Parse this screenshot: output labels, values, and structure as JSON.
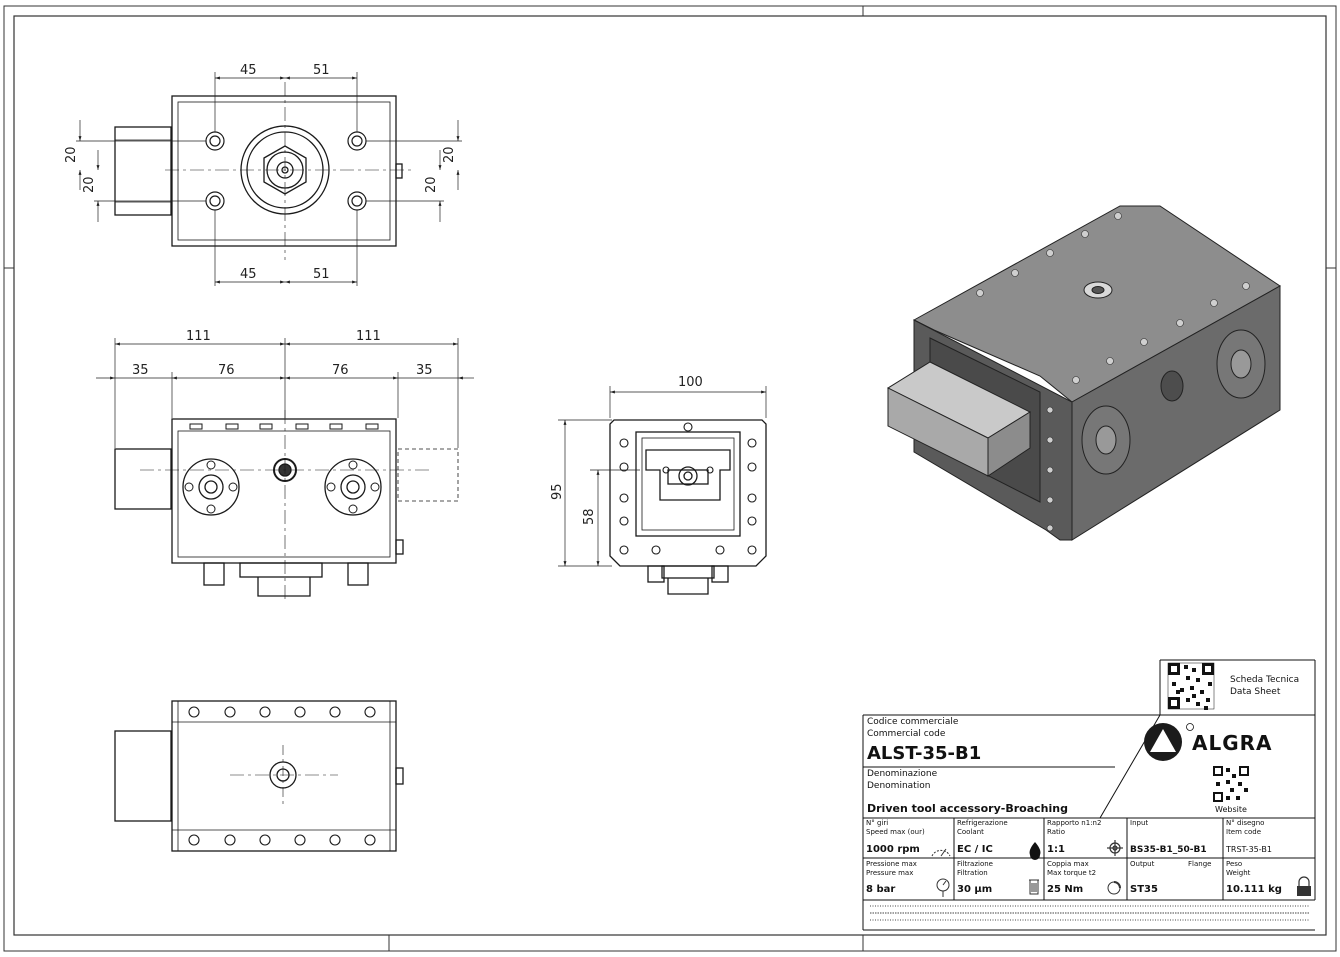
{
  "drawing": {
    "views": {
      "front_dims": {
        "left_top": "45",
        "right_top": "51",
        "left_bottom": "45",
        "right_bottom": "51",
        "left_v1": "20",
        "left_v2": "20",
        "right_v1": "20",
        "right_v2": "20"
      },
      "side_dims": {
        "half_left": "111",
        "half_right": "111",
        "a": "35",
        "b": "76",
        "c": "76",
        "d": "35"
      },
      "end_dims": {
        "width": "100",
        "height": "95",
        "axis": "58"
      }
    }
  },
  "title_block": {
    "datasheet_label_it": "Scheda Tecnica",
    "datasheet_label_en": "Data Sheet",
    "website_label": "Website",
    "brand": "ALGRA",
    "code_label_it": "Codice commerciale",
    "code_label_en": "Commercial code",
    "code_value": "ALST-35-B1",
    "denom_label_it": "Denominazione",
    "denom_label_en": "Denomination",
    "denom_value": "Driven tool accessory-Broaching",
    "cells": [
      {
        "l1": "N° giri",
        "l2": "Speed max (our)",
        "v": "1000 rpm"
      },
      {
        "l1": "Refrigerazione",
        "l2": "Coolant",
        "v": "EC / IC"
      },
      {
        "l1": "Rapporto n1:n2",
        "l2": "Ratio",
        "v": "1:1"
      },
      {
        "l1": "Input",
        "l2": "",
        "v": "BS35-B1_50-B1"
      },
      {
        "l1": "N° disegno",
        "l2": "Item code",
        "v": "TRST-35-B1"
      },
      {
        "l1": "Pressione max",
        "l2": "Pressure max",
        "v": "8 bar"
      },
      {
        "l1": "Filtrazione",
        "l2": "Filtration",
        "v": "30 µm"
      },
      {
        "l1": "Coppia max",
        "l2": "Max torque t2",
        "v": "25 Nm"
      },
      {
        "l1": "Output",
        "l2": "Flange",
        "v": "ST35"
      },
      {
        "l1": "Peso",
        "l2": "Weight",
        "v": "10.111 kg"
      }
    ]
  },
  "colors": {
    "line": "#1a1a1a",
    "body3d": "#6e6e6e",
    "body3d_top": "#8a8a8a",
    "body3d_side": "#555555",
    "brand": "#1b1b1b"
  },
  "icons": [
    "qr-code-icon",
    "algra-logo-icon",
    "speed-gauge-icon",
    "coolant-drop-icon",
    "gear-icon",
    "lock-icon",
    "pressure-gauge-icon",
    "filter-icon",
    "torque-icon"
  ]
}
